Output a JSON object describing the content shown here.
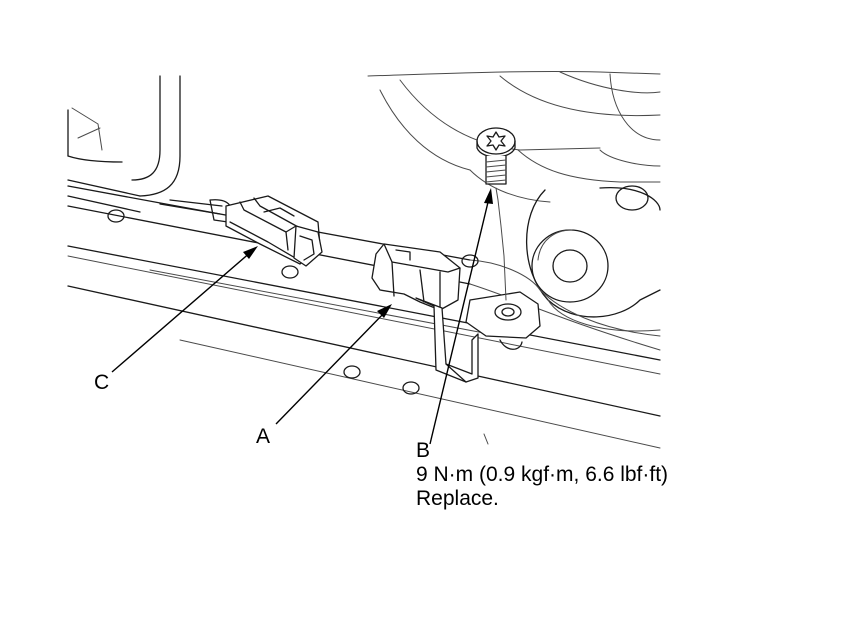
{
  "callouts": {
    "a": "A",
    "b": "B",
    "c": "C"
  },
  "specs": {
    "torque": "9 N·m (0.9 kgf·m, 6.6 lbf·ft)",
    "note": "Replace."
  },
  "parts": {
    "a": "clip-connector",
    "b": "torx-bolt",
    "c": "sensor-connector"
  },
  "colors": {
    "line": "#1a1a1a",
    "background": "#ffffff"
  }
}
